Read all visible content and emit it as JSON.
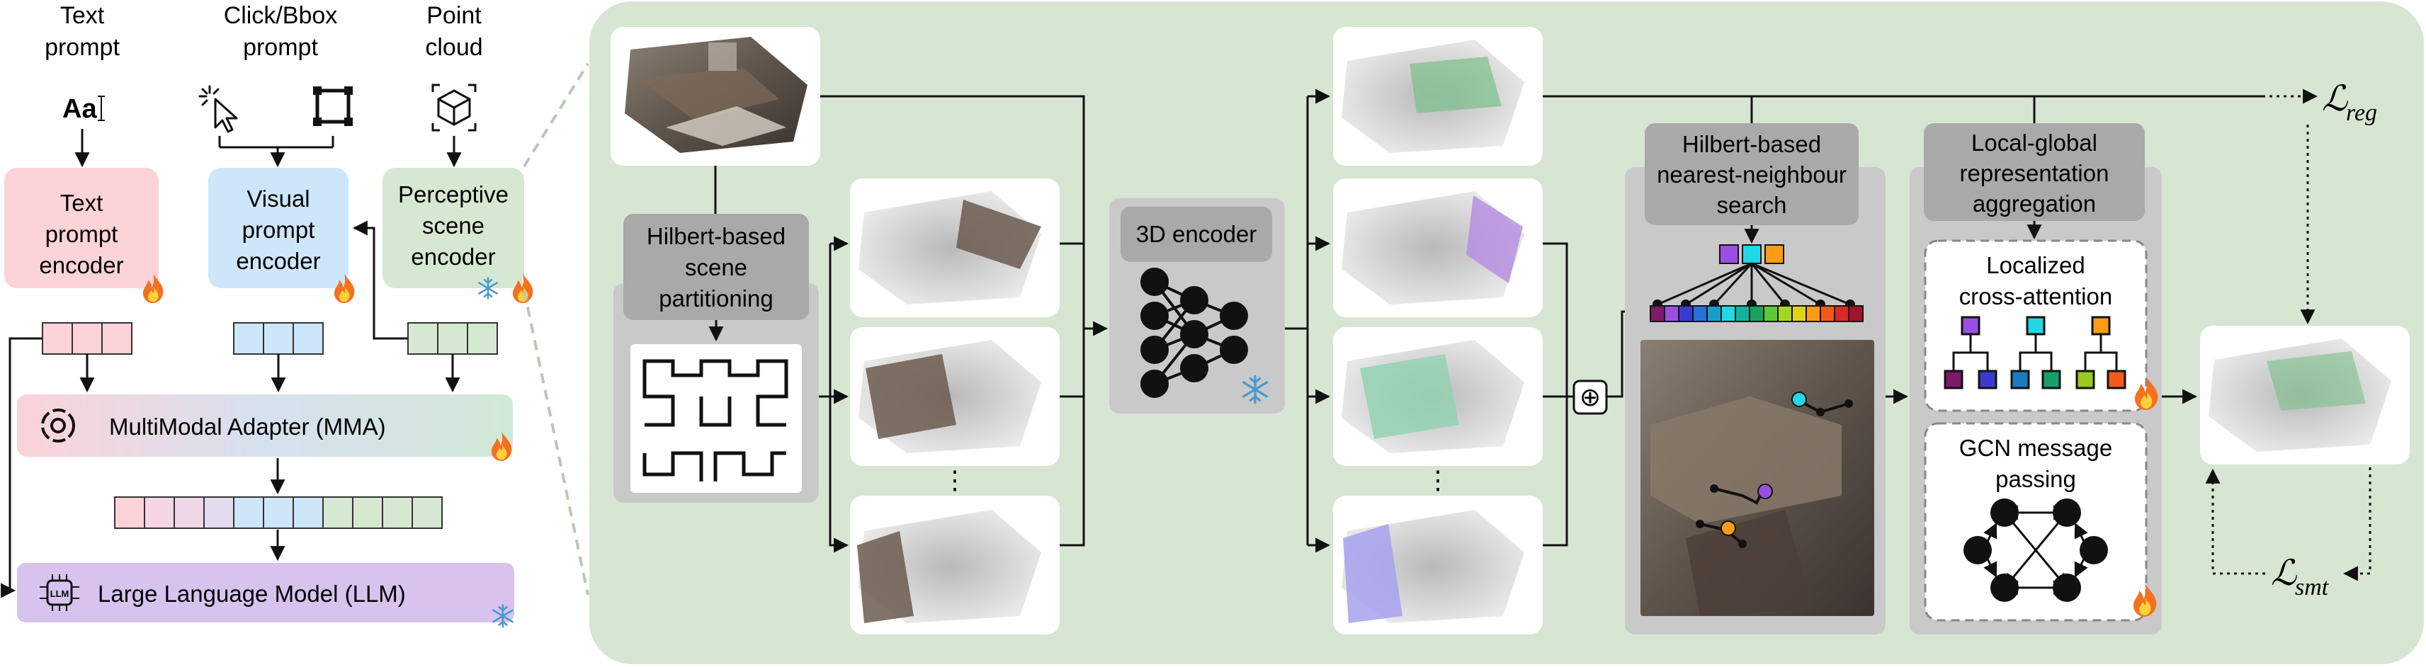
{
  "inputs": {
    "text_prompt": [
      "Text",
      "prompt"
    ],
    "click_prompt": [
      "Click/Bbox",
      "prompt"
    ],
    "point_cloud": [
      "Point",
      "cloud"
    ],
    "text_icon_glyph": "Aa"
  },
  "encoders": {
    "text": [
      "Text",
      "prompt",
      "encoder"
    ],
    "visual": [
      "Visual",
      "prompt",
      "encoder"
    ],
    "scene": [
      "Perceptive",
      "scene",
      "encoder"
    ]
  },
  "mma": "MultiModal Adapter (MMA)",
  "llm": "Large Language Model (LLM)",
  "llm_icon_text": "LLM",
  "partition": [
    "Hilbert-based",
    "scene",
    "partitioning"
  ],
  "encoder3d": "3D encoder",
  "hns": [
    "Hilbert-based",
    "nearest-neighbour",
    "search"
  ],
  "lgra": [
    "Local-global",
    "representation",
    "aggregation"
  ],
  "lca": [
    "Localized",
    "cross-attention"
  ],
  "gcn": [
    "GCN message",
    "passing"
  ],
  "ellipsis": "⋮",
  "losses": {
    "reg_main": "ℒ",
    "reg_sub": "reg",
    "smt_main": "ℒ",
    "smt_sub": "smt"
  },
  "icons": {
    "fire": "fire-icon",
    "snow": "snowflake-icon",
    "plus": "⊕"
  },
  "colors": {
    "text_encoder": "#fbd3d8",
    "visual_encoder": "#cde6fa",
    "scene_encoder": "#d7e8d2",
    "mma_left": "#fbd3d8",
    "mma_right": "#d2e8d6",
    "llm": "#d8c2ee",
    "panel_bg": "#d6e6d3",
    "gray_label": "#a9a9a9",
    "gray_box": "#c9c9c9"
  }
}
